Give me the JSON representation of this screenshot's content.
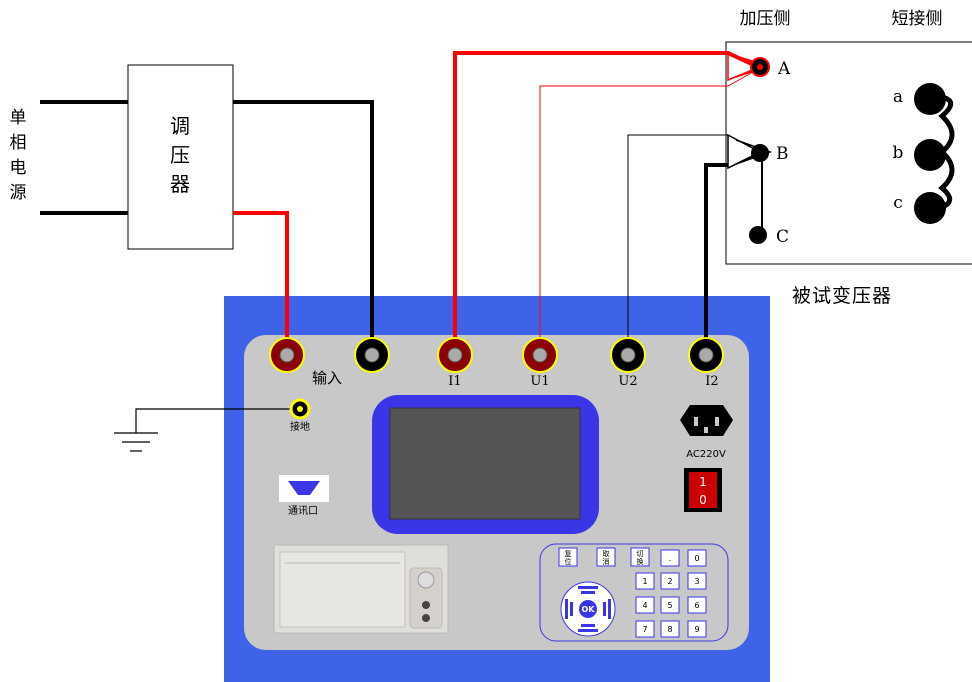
{
  "source": {
    "label_chars": [
      "单",
      "相",
      "电",
      "源"
    ]
  },
  "regulator": {
    "label_chars": [
      "调",
      "压",
      "器"
    ]
  },
  "transformer": {
    "hv_side_label": "加压侧",
    "short_side_label": "短接侧",
    "name": "被试变压器",
    "hv_terminals": [
      "A",
      "B",
      "C"
    ],
    "lv_terminals": [
      "a",
      "b",
      "c"
    ]
  },
  "instrument": {
    "input_label": "输入",
    "terminals": [
      "I1",
      "U1",
      "U2",
      "I2"
    ],
    "ground_label": "接地",
    "comm_port_label": "通讯口",
    "power_label": "AC220V",
    "switch_on": "1",
    "switch_off": "0",
    "keypad": {
      "func_keys": [
        [
          "复",
          "位"
        ],
        [
          "取",
          "消"
        ],
        [
          "切",
          "换"
        ]
      ],
      "dot_key": ".",
      "digit_rows": [
        [
          "0"
        ],
        [
          "1",
          "2",
          "3"
        ],
        [
          "4",
          "5",
          "6"
        ],
        [
          "7",
          "8",
          "9"
        ]
      ],
      "ok_label": "OK"
    }
  },
  "colors": {
    "panel_blue": "#3f63e8",
    "face_gray": "#c8c8c8",
    "wire_red": "#ff0000",
    "wire_black": "#000000",
    "terminal_red": "#8b0000",
    "terminal_rim": "#ffff00",
    "screen_dark": "#555555",
    "screen_bezel": "#3a36e8",
    "switch_red": "#cc0000"
  }
}
